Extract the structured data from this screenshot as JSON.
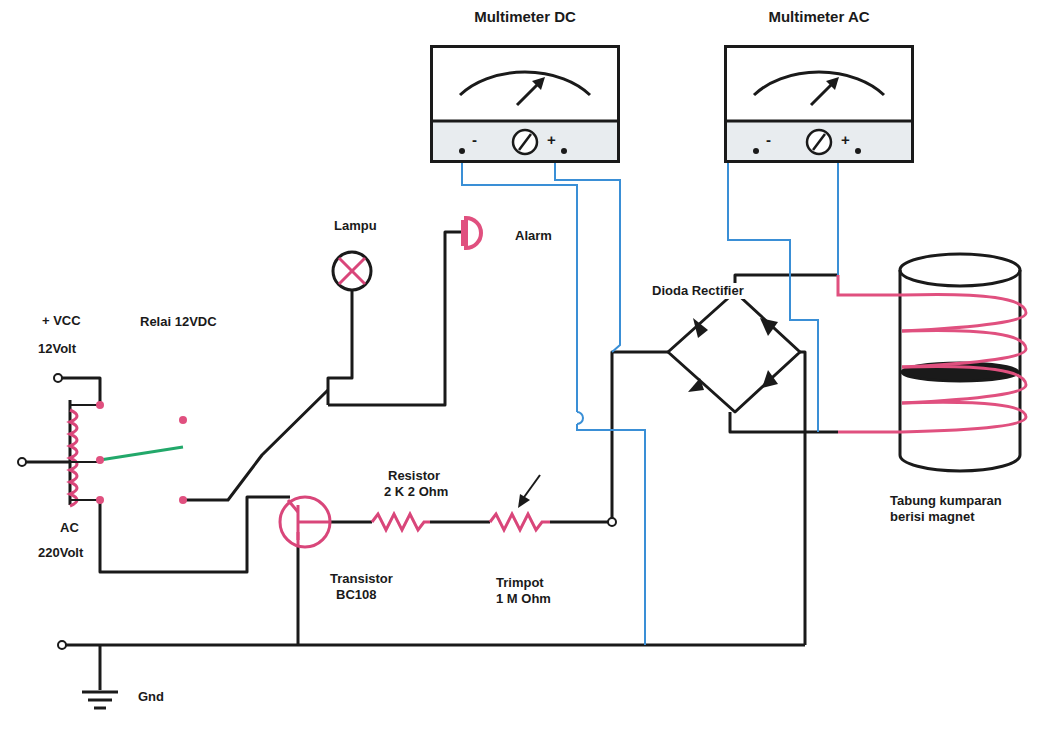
{
  "diagram": {
    "nodes": [
      {
        "text": [
          "Multimeter DC"
        ]
      },
      {
        "text": [
          "Multimeter AC"
        ]
      }
    ],
    "labels": [
      "-",
      "+",
      "-",
      "+",
      "Lampu",
      "Alarm",
      "+ VCC",
      "12Volt",
      "Relai 12VDC",
      "AC",
      "220Volt",
      "Dioda Rectifier",
      "Resistor",
      "2 K 2 Ohm",
      "Trimpot",
      "1 M Ohm",
      "Transistor",
      "BC108",
      "Tabung kumparan berisi magnet",
      "Gnd"
    ]
  }
}
